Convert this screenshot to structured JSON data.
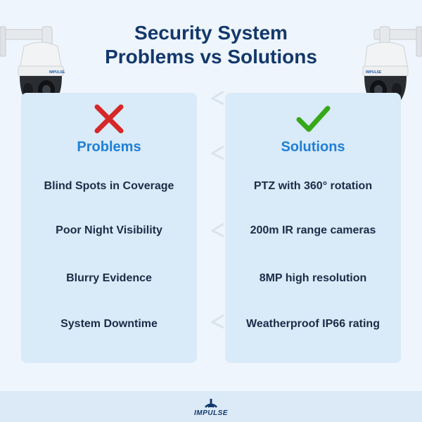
{
  "title": {
    "line1": "Security System",
    "line2": "Problems vs Solutions"
  },
  "problems": {
    "heading": "Problems",
    "icon": "red-cross-icon",
    "color": "#d62828",
    "items": [
      "Blind Spots in Coverage",
      "Poor Night Visibility",
      "Blurry Evidence",
      "System Downtime"
    ]
  },
  "solutions": {
    "heading": "Solutions",
    "icon": "green-check-icon",
    "color": "#36a81a",
    "items": [
      "PTZ with 360° rotation",
      "200m IR range cameras",
      "8MP high resolution",
      "Weatherproof IP66 rating"
    ]
  },
  "camera_brand": "IMPULSE",
  "footer": {
    "logo_text": "IMPULSE"
  },
  "colors": {
    "title": "#13386b",
    "heading": "#1f7fd6",
    "panel": "#d9eaf8",
    "background": "#eef5fc"
  }
}
